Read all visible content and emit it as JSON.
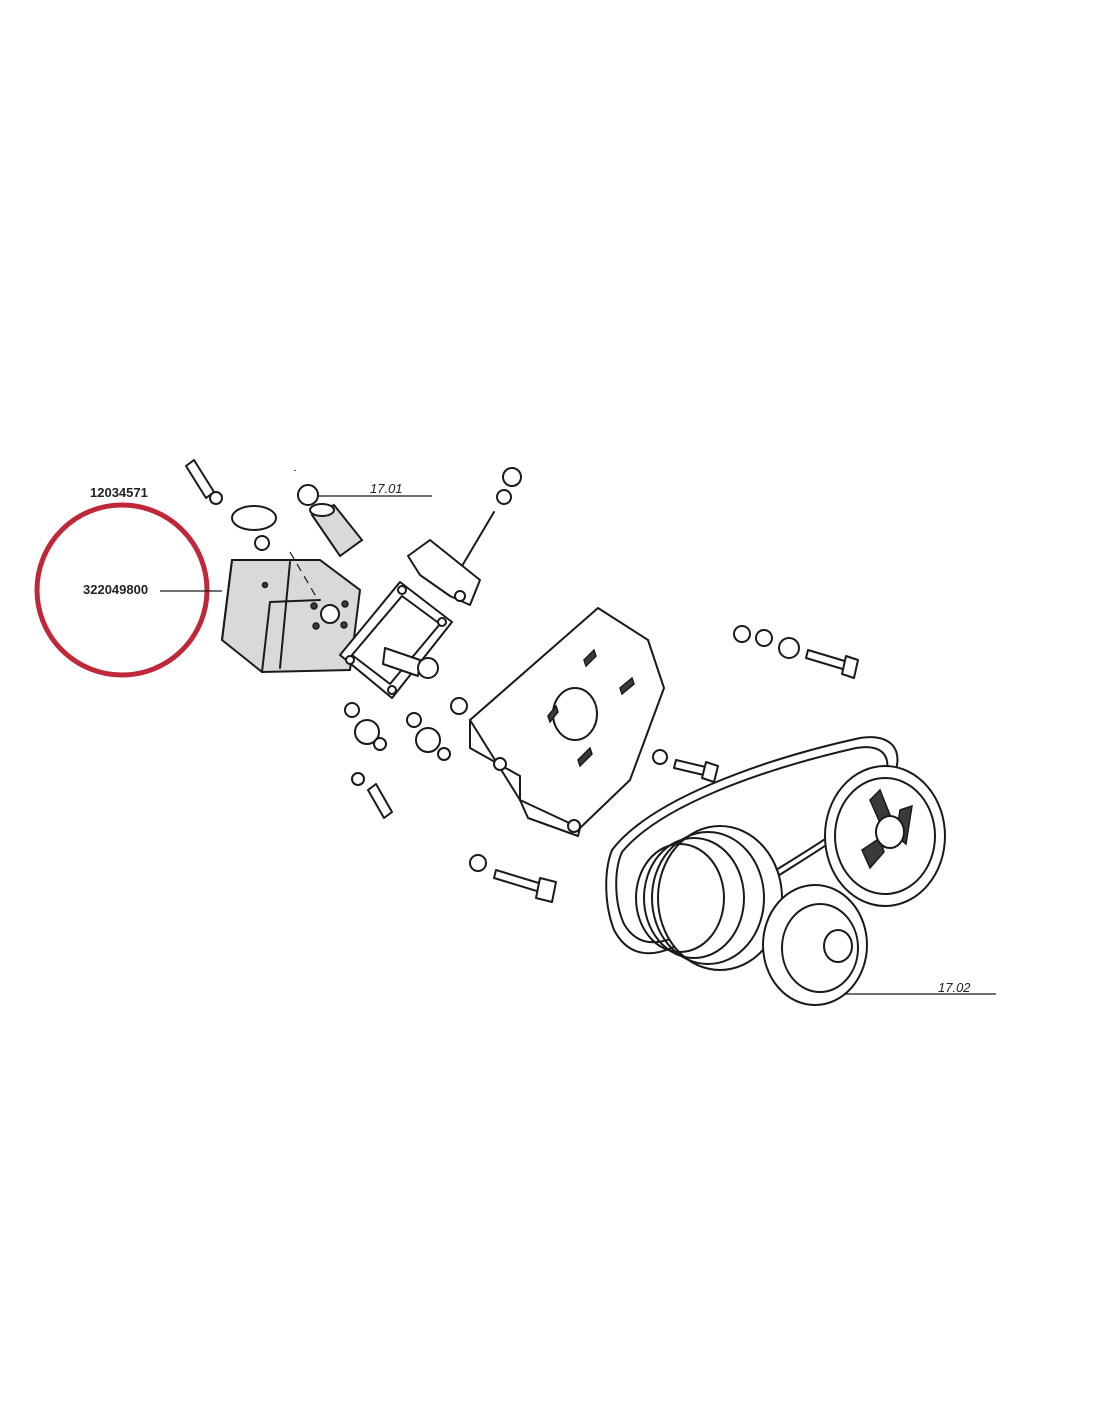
{
  "labels": {
    "part_top_left": "12034571",
    "part_highlighted": "322049800",
    "ref_filter": "17.01",
    "ref_pulley": "17.02"
  },
  "highlight": {
    "color": "#c0283a"
  }
}
